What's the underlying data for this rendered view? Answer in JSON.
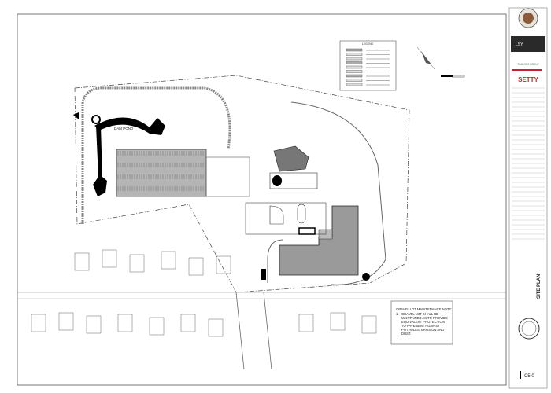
{
  "drawing": {
    "pond_label": "DAM POND",
    "legend_title": "LEGEND",
    "note": {
      "title": "GRAVEL LOT MAINTENANCE NOTE:",
      "number": "1.",
      "lines": [
        "GRAVEL LOT SHALL BE",
        "MAINTAINED AS TO PROVIDE",
        "EQUIVALENT PROTECTION",
        "TO PAVEMENT AGAINST",
        "POTHOLES, EROSION AND",
        "DUST."
      ]
    }
  },
  "title_block": {
    "firm_logo": "LSY",
    "engineer": "TIMMONS GROUP",
    "mep": "SETTY",
    "sheet_title": "SITE PLAN",
    "sheet_number": "C5.0"
  },
  "colors": {
    "line": "#333333",
    "building_fill": "#9a9a9a",
    "pond_fill": "#000000",
    "setty_red": "#d0202a",
    "timmons_green": "#2e7d4f",
    "logo_block": "#2a2a2a"
  }
}
